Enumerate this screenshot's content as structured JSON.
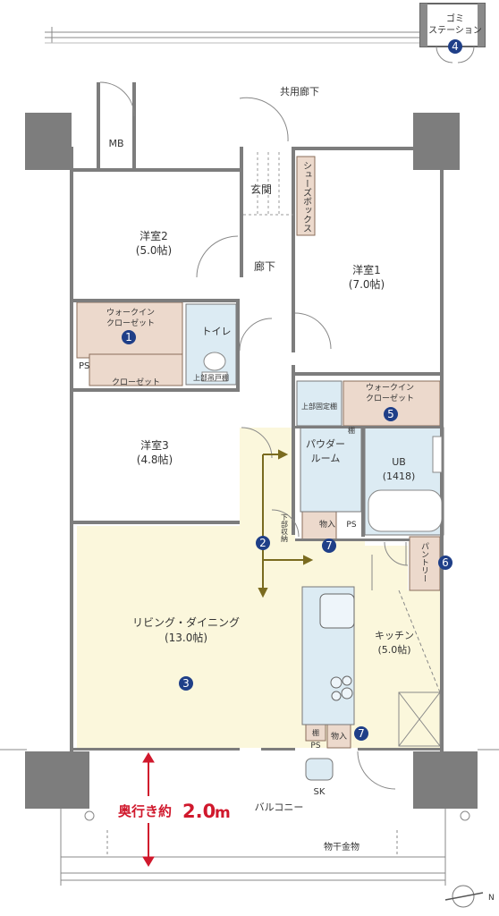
{
  "labels": {
    "trash_station_line1": "ゴミ",
    "trash_station_line2": "ステーション",
    "common_corridor": "共用廊下",
    "mb": "MB",
    "entrance": "玄関",
    "shoe_box": "シューズボックス",
    "corridor": "廊下",
    "western2": "洋室2",
    "western2_size": "(5.0帖)",
    "western1": "洋室1",
    "western1_size": "(7.0帖)",
    "western3": "洋室3",
    "western3_size": "(4.8帖)",
    "wic_line1": "ウォークイン",
    "wic_line2": "クローゼット",
    "wic2_line1": "ウォークイン",
    "wic2_line2": "クローゼット",
    "ps_left": "PS",
    "closet": "クローゼット",
    "toilet": "トイレ",
    "upper_cabinet_toilet": "上部吊戸棚",
    "upper_fixed_shelf": "上部固定棚",
    "shelf_small": "棚",
    "powder_room_line1": "パウダー",
    "powder_room_line2": "ルーム",
    "ub": "UB",
    "ub_size": "(1418)",
    "lower_storage": "下部収納",
    "storage_in": "物入",
    "ps_mid": "PS",
    "pantry": "パントリー",
    "living": "リビング・ダイニング",
    "living_size": "(13.0帖)",
    "kitchen": "キッチン",
    "kitchen_size": "(5.0帖)",
    "shelf_bottom": "棚",
    "storage_in_bottom": "物入",
    "ps_bottom": "PS",
    "sk": "SK",
    "balcony": "バルコニー",
    "laundry_pole": "物干金物",
    "depth_prefix": "奥行き約",
    "depth_value": "2.0",
    "depth_unit": "m",
    "north_mark": "N"
  },
  "markers": [
    "4",
    "1",
    "5",
    "2",
    "7",
    "6",
    "3",
    "7"
  ],
  "colors": {
    "wall": "#7d7d7d",
    "wall_outline": "#555555",
    "ldk_floor": "#fbf7dc",
    "closet_fill": "#ecd9cc",
    "wet_fill": "#dcebf3",
    "marker_fill": "#1f3f88",
    "depth_red": "#d0182c"
  }
}
